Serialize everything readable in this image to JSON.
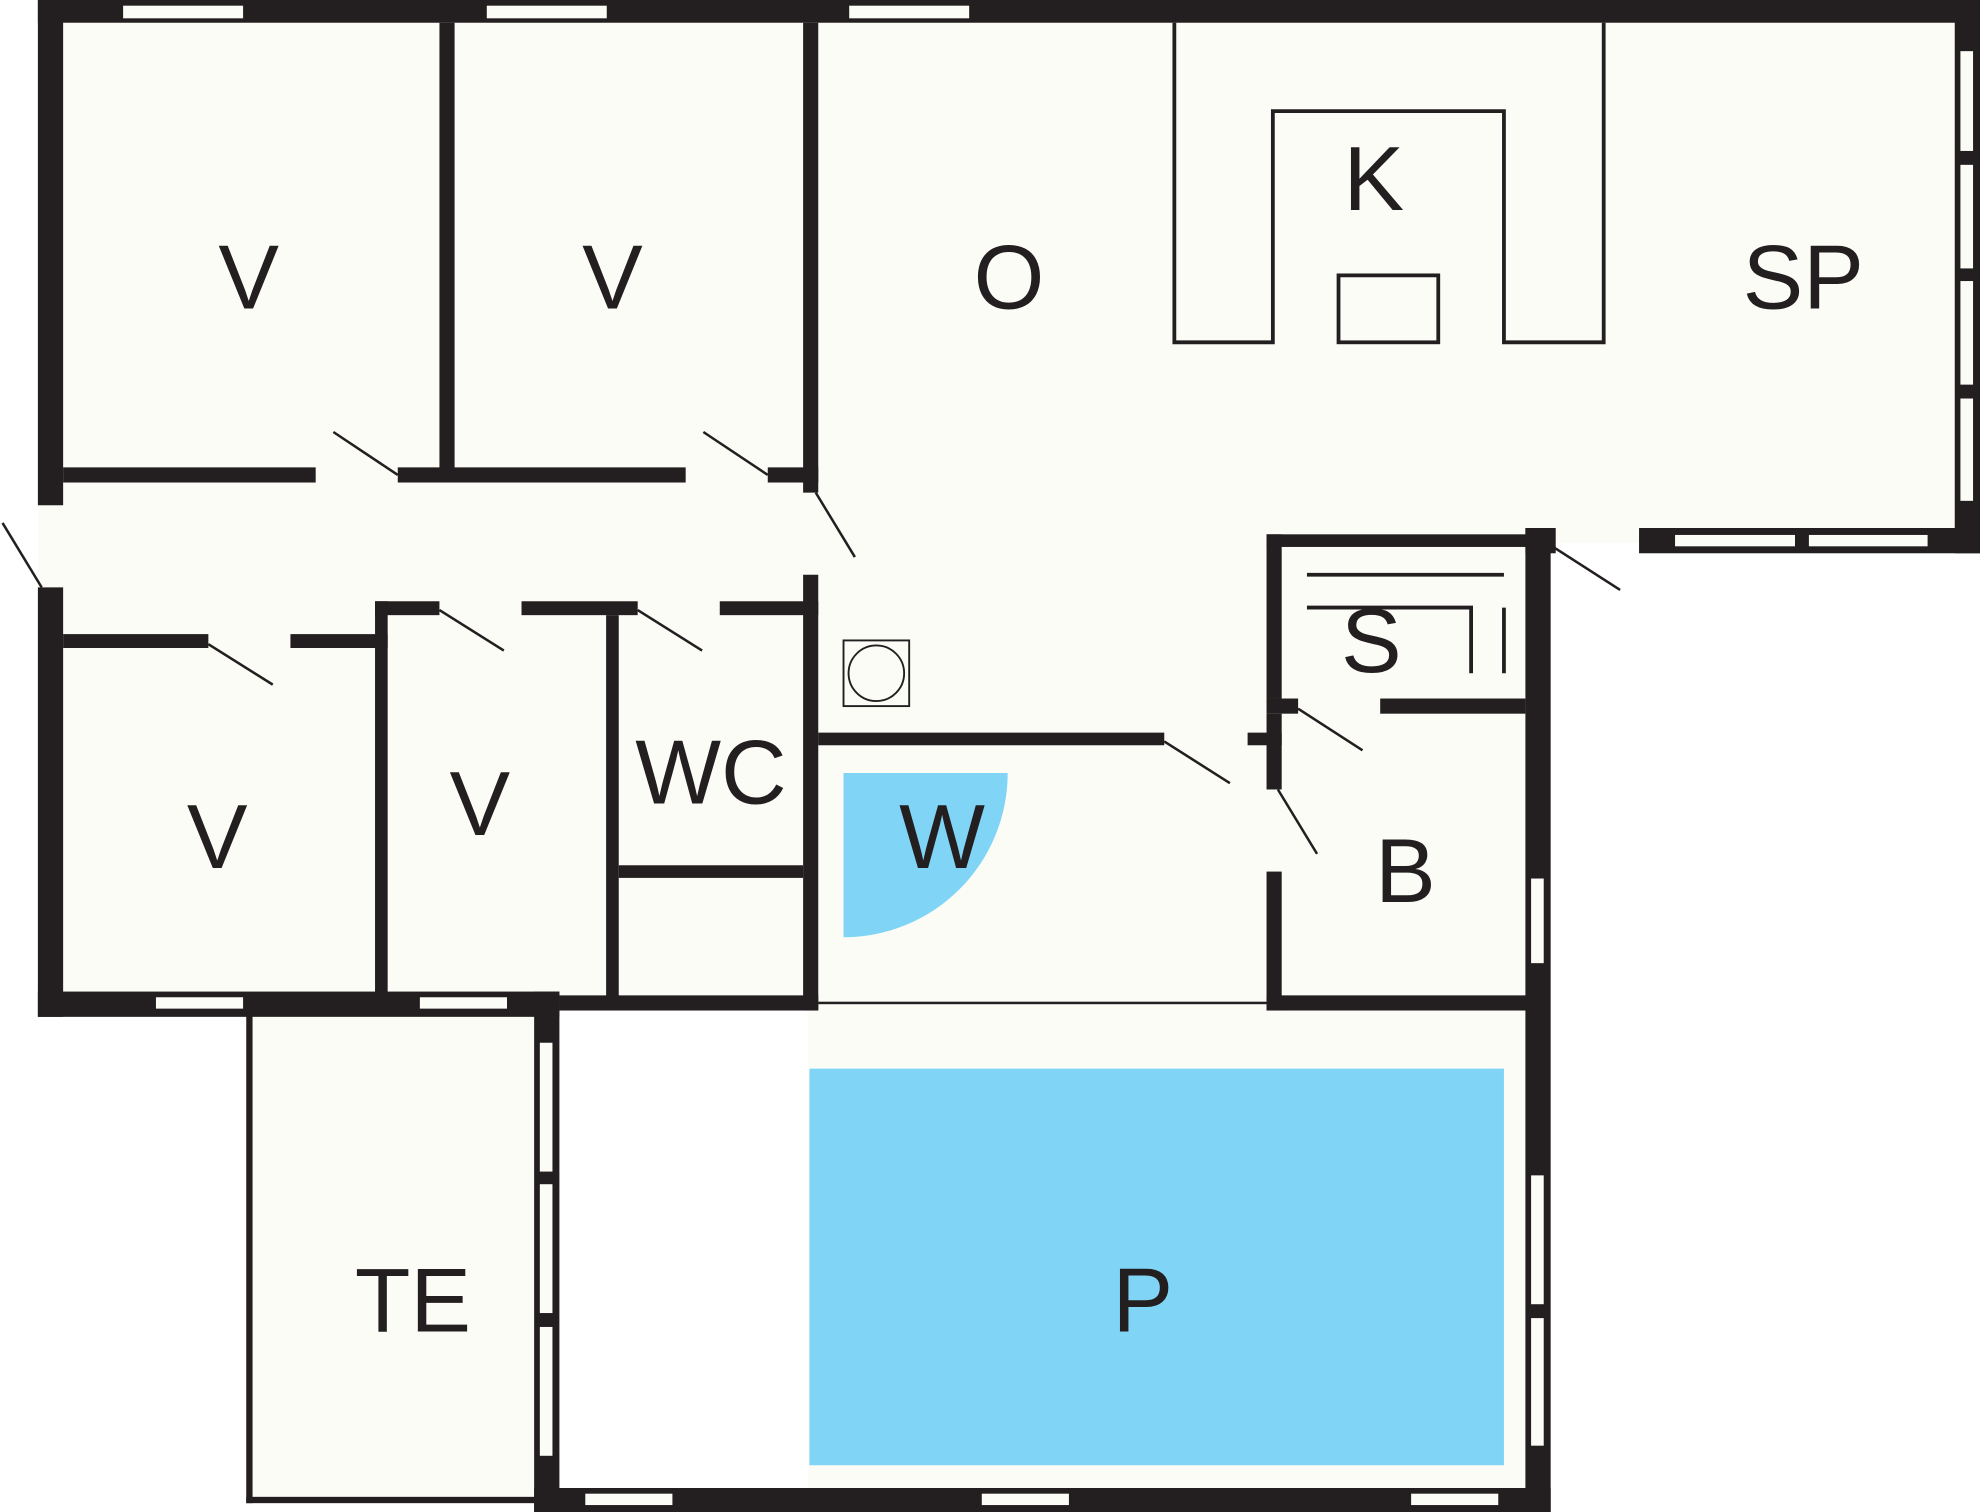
{
  "title": "Floor plan",
  "colors": {
    "wall": "#231f20",
    "floor": "#fcfcf7",
    "water": "#80d4f6"
  },
  "rooms": {
    "bedroom_1": "V",
    "bedroom_2": "V",
    "living": "O",
    "kitchen": "K",
    "dining": "SP",
    "sauna": "S",
    "toilet": "WC",
    "bedroom_3": "V",
    "bedroom_4": "V",
    "whirlpool": "W",
    "bathroom": "B",
    "terrace": "TE",
    "pool": "P"
  }
}
